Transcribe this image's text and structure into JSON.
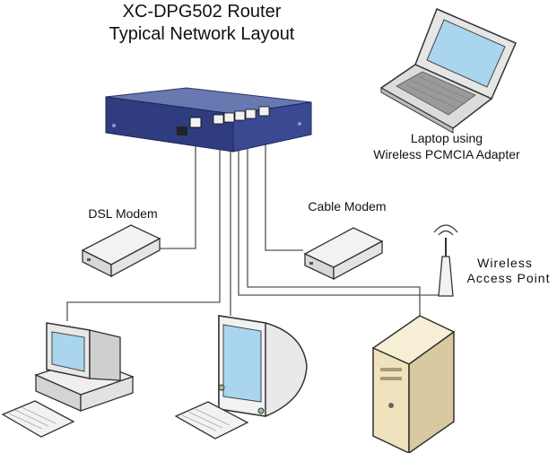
{
  "title": {
    "line1": "XC-DPG502 Router",
    "line2": "Typical Network Layout"
  },
  "labels": {
    "laptop_line1": "Laptop using",
    "laptop_line2": "Wireless PCMCIA Adapter",
    "dsl_modem": "DSL Modem",
    "cable_modem": "Cable Modem",
    "access_point_line1": "Wireless",
    "access_point_line2": "Access Point"
  },
  "colors": {
    "router_top": "#5a6aa6",
    "router_front": "#2c3a7e",
    "cable_line": "#555555",
    "server_body": "#efe3bd"
  },
  "devices": {
    "router_ports": 5
  }
}
